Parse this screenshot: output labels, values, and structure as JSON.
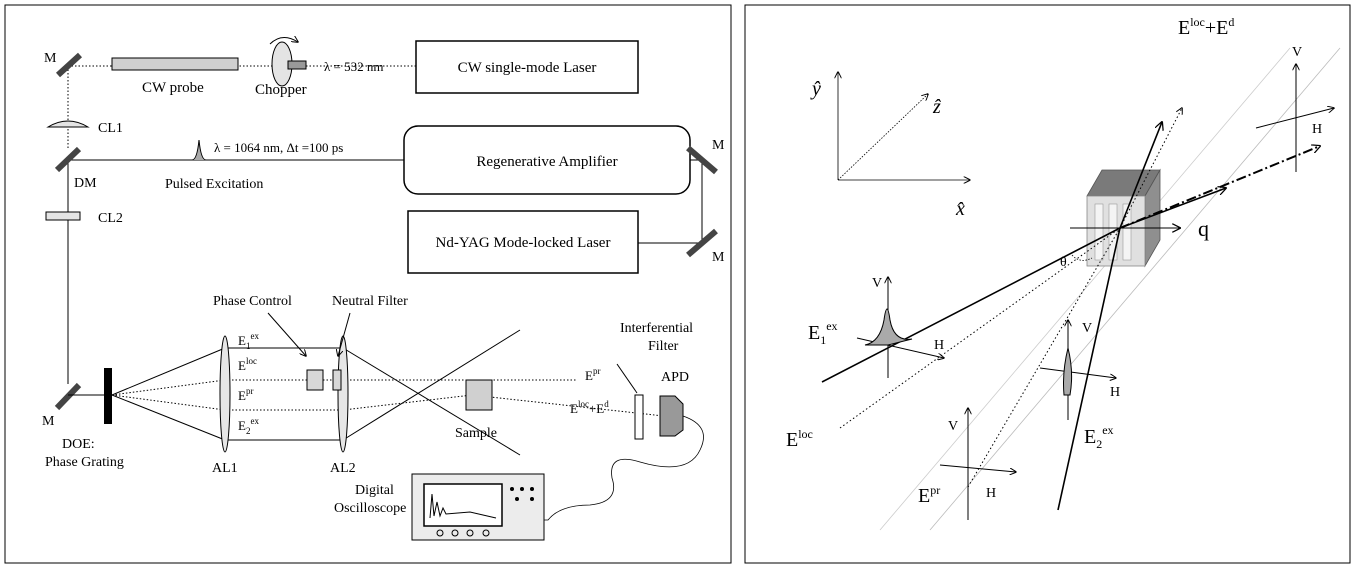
{
  "left_panel": {
    "mirror_label": "M",
    "cw_probe_label": "CW probe",
    "chopper_label": "Chopper",
    "probe_wavelength": "λ = 532 nm",
    "cw_laser_label": "CW single-mode Laser",
    "cl1_label": "CL1",
    "excitation_params": "λ = 1064 nm,  Δt =100 ps",
    "regen_amp_label": "Regenerative Amplifier",
    "dm_label": "DM",
    "pulsed_excitation_label": "Pulsed Excitation",
    "cl2_label": "CL2",
    "ndyag_label": "Nd-YAG Mode-locked Laser",
    "phase_control_label": "Phase Control",
    "neutral_filter_label": "Neutral Filter",
    "interferential_filter_line1": "Interferential",
    "interferential_filter_line2": "Filter",
    "apd_label": "APD",
    "beam_e1_base": "E",
    "beam_e1_sub": "1",
    "beam_e1_sup": "ex",
    "beam_eloc_base": "E",
    "beam_eloc_sup": "loc",
    "beam_epr_base": "E",
    "beam_epr_sup": "pr",
    "beam_e2_base": "E",
    "beam_e2_sub": "2",
    "beam_e2_sup": "ex",
    "signal_base": "E",
    "signal_sup1": "loc",
    "signal_plus": "+E",
    "signal_sup2": "d",
    "sample_label": "Sample",
    "doe_line1": "DOE:",
    "doe_line2": "Phase Grating",
    "al1_label": "AL1",
    "al2_label": "AL2",
    "oscilloscope_line1": "Digital",
    "oscilloscope_line2": "Oscilloscope"
  },
  "right_panel": {
    "axis_y": "ŷ",
    "axis_z": "ẑ",
    "axis_x": "x̂",
    "signal_base": "E",
    "signal_sup1": "loc",
    "signal_plus": "+E",
    "signal_sup2": "d",
    "q_label": "q",
    "theta_label": "θ",
    "v_label": "V",
    "h_label": "H",
    "e1_base": "E",
    "e1_sub": "1",
    "e1_sup": "ex",
    "eloc_base": "E",
    "eloc_sup": "loc",
    "e2_base": "E",
    "e2_sub": "2",
    "e2_sup": "ex",
    "epr_base": "E",
    "epr_sup": "pr"
  }
}
